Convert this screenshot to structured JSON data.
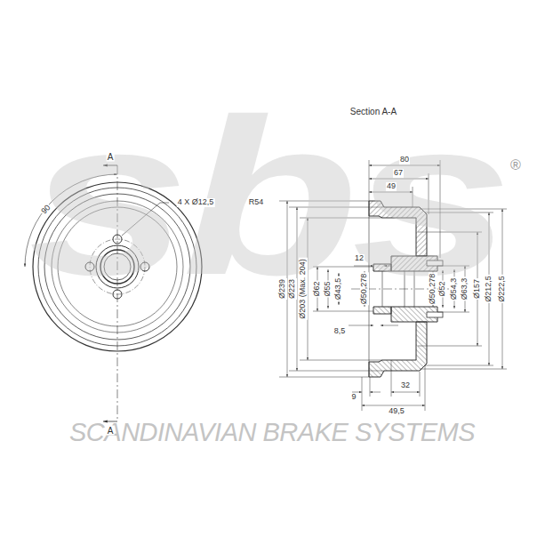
{
  "diagram": {
    "labels": [
      "sbs",
      "®",
      "SCANDINAVIAN BRAKE SYSTEMS",
      "Section A-A",
      "A",
      "A",
      "4 X Ø12,5",
      "R54",
      "90",
      "80",
      "67",
      "49",
      "12",
      "Ø239",
      "Ø223",
      "Ø203 (Max. 204)",
      "Ø62",
      "Ø55",
      "Ø43,5",
      "Ø50,278",
      "Ø50,278",
      "Ø52",
      "Ø54,3",
      "Ø63,3",
      "Ø157",
      "Ø212,5",
      "Ø222,5",
      "8,5",
      "9",
      "32",
      "49,5"
    ]
  }
}
